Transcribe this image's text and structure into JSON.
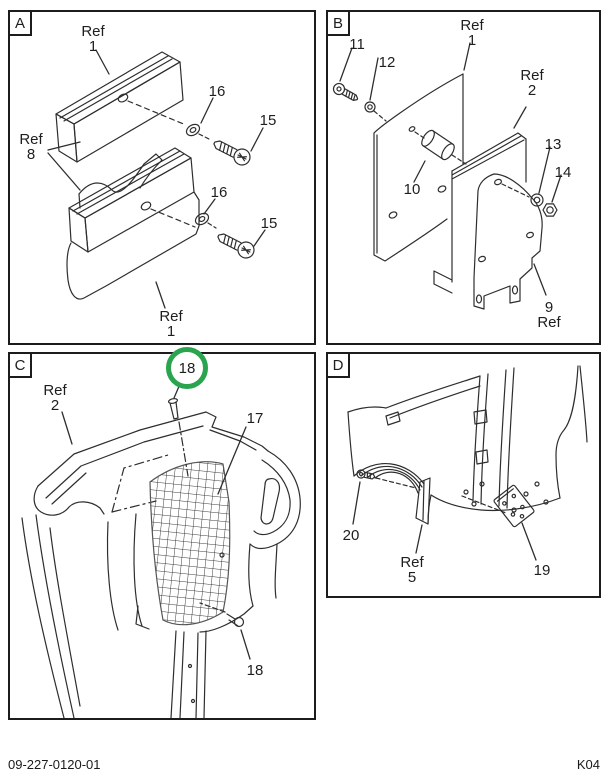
{
  "footer": {
    "doc_number": "09-227-0120-01",
    "page_code": "K04"
  },
  "colors": {
    "line": "#2e2e2e",
    "panel_border": "#1c1c1c",
    "highlight_green": "#2aa44e",
    "background": "#ffffff"
  },
  "panels": {
    "a": {
      "label": "A",
      "callouts": {
        "ref1_top": {
          "l1": "Ref",
          "l2": "1"
        },
        "ref8": {
          "l1": "Ref",
          "l2": "8"
        },
        "washer_top": {
          "l1": "16"
        },
        "screw_top": {
          "l1": "15"
        },
        "washer_bottom": {
          "l1": "16"
        },
        "screw_bottom": {
          "l1": "15"
        },
        "ref1_bottom": {
          "l1": "Ref",
          "l2": "1"
        }
      }
    },
    "b": {
      "label": "B",
      "callouts": {
        "screw": {
          "l1": "11"
        },
        "washer": {
          "l1": "12"
        },
        "ref1": {
          "l1": "Ref",
          "l2": "1"
        },
        "ref2": {
          "l1": "Ref",
          "l2": "2"
        },
        "spacer": {
          "l1": "10"
        },
        "washer2": {
          "l1": "13"
        },
        "nut": {
          "l1": "14"
        },
        "ref9": {
          "l1": "9",
          "l2": "Ref"
        }
      }
    },
    "c": {
      "label": "C",
      "callouts": {
        "rivet_top": {
          "l1": "18",
          "highlighted": true
        },
        "ref2": {
          "l1": "Ref",
          "l2": "2"
        },
        "screen": {
          "l1": "17"
        },
        "rivet_bottom": {
          "l1": "18"
        }
      }
    },
    "d": {
      "label": "D",
      "callouts": {
        "screw": {
          "l1": "20"
        },
        "ref5": {
          "l1": "Ref",
          "l2": "5"
        },
        "bracket": {
          "l1": "19"
        }
      }
    }
  }
}
